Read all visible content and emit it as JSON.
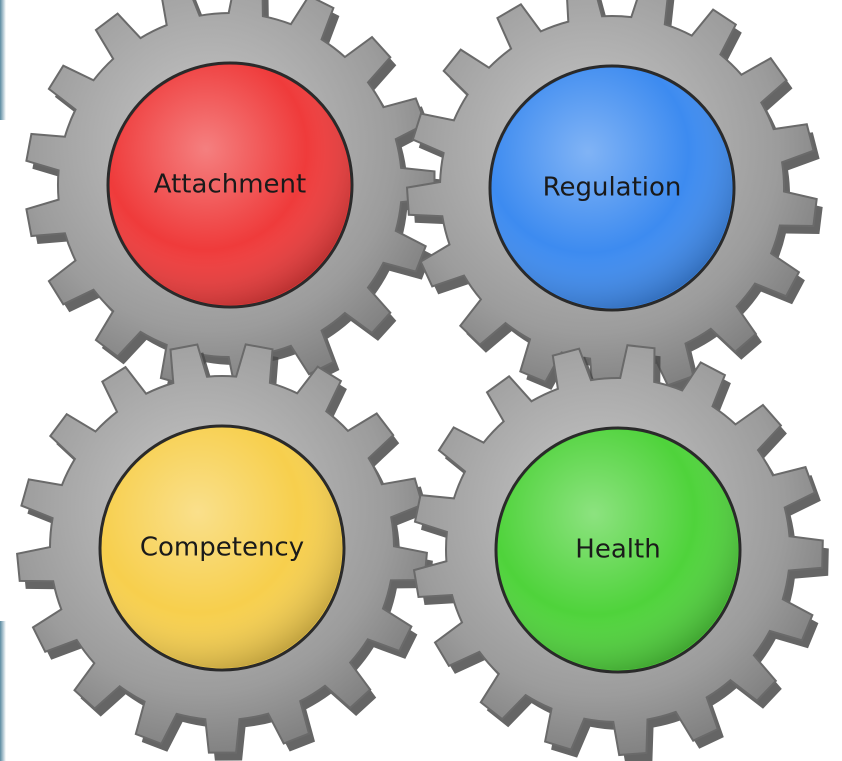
{
  "diagram": {
    "gears": [
      {
        "id": "attachment",
        "label": "Attachment",
        "color": "#ef3b3b"
      },
      {
        "id": "regulation",
        "label": "Regulation",
        "color": "#3d8bf0"
      },
      {
        "id": "competency",
        "label": "Competency",
        "color": "#f7cf4d"
      },
      {
        "id": "health",
        "label": "Health",
        "color": "#4fd33b"
      }
    ],
    "colors": {
      "gear_metal": "#9a9a9a",
      "gear_metal_dark": "#4a4a4a",
      "gear_metal_light": "#c4c4c4",
      "background": "#ffffff"
    }
  }
}
